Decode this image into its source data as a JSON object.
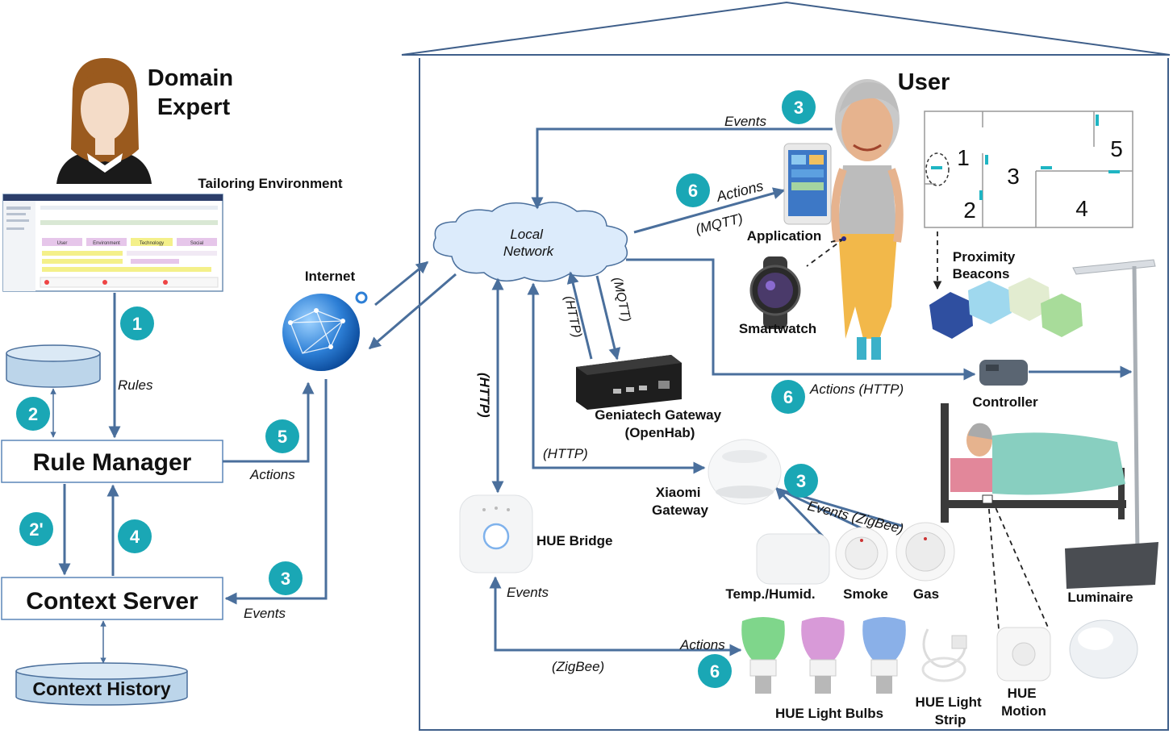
{
  "actors": {
    "domain_expert": "Domain\nExpert",
    "user": "User"
  },
  "components": {
    "tailoring_environment": "Tailoring Environment",
    "rule_manager": "Rule Manager",
    "context_server": "Context Server",
    "context_history": "Context History",
    "internet": "Internet",
    "local_network": "Local\nNetwork",
    "geniatech_gateway": "Geniatech Gateway\n(OpenHab)",
    "hue_bridge": "HUE Bridge",
    "xiaomi_gateway": "Xiaomi\nGateway",
    "application": "Application",
    "smartwatch": "Smartwatch",
    "proximity_beacons": "Proximity\nBeacons",
    "controller": "Controller",
    "luminaire": "Luminaire",
    "temp_humid": "Temp./Humid.",
    "smoke": "Smoke",
    "gas": "Gas",
    "hue_light_bulbs": "HUE Light Bulbs",
    "hue_light_strip": "HUE Light\nStrip",
    "hue_motion": "HUE\nMotion"
  },
  "tailoring_tabs": [
    "User",
    "Environment",
    "Technology",
    "Social"
  ],
  "room_numbers": [
    "1",
    "2",
    "3",
    "4",
    "5"
  ],
  "edge_labels": {
    "rules": "Rules",
    "actions": "Actions",
    "events": "Events",
    "events_top": "Events",
    "actions_top": "Actions",
    "mqtt_top": "(MQTT)",
    "http_geniatech": "(HTTP)",
    "mqtt_geniatech": "(MQTT)",
    "http_vertical": "(HTTP)",
    "http_xiaomi": "(HTTP)",
    "events_zigbee": "Events (ZigBee)",
    "actions_http": "Actions (HTTP)",
    "events_hue": "Events",
    "zigbee": "(ZigBee)",
    "actions_bulbs": "Actions"
  },
  "step_numbers": {
    "s1": "1",
    "s2": "2",
    "s2p": "2'",
    "s3_left": "3",
    "s3_top": "3",
    "s3_xiaomi": "3",
    "s4": "4",
    "s5": "5",
    "s6_app": "6",
    "s6_controller": "6",
    "s6_bulbs": "6"
  },
  "colors": {
    "step_badge": "#1aa7b5",
    "arrow": "#4a6f9c",
    "house": "#3f5f8a",
    "cylinder": "#bcd5ea",
    "bulb_green": "#7fd68b",
    "bulb_pink": "#d89ad8",
    "bulb_blue": "#8ab0e8",
    "beacon_blue": "#2f4fa0"
  }
}
